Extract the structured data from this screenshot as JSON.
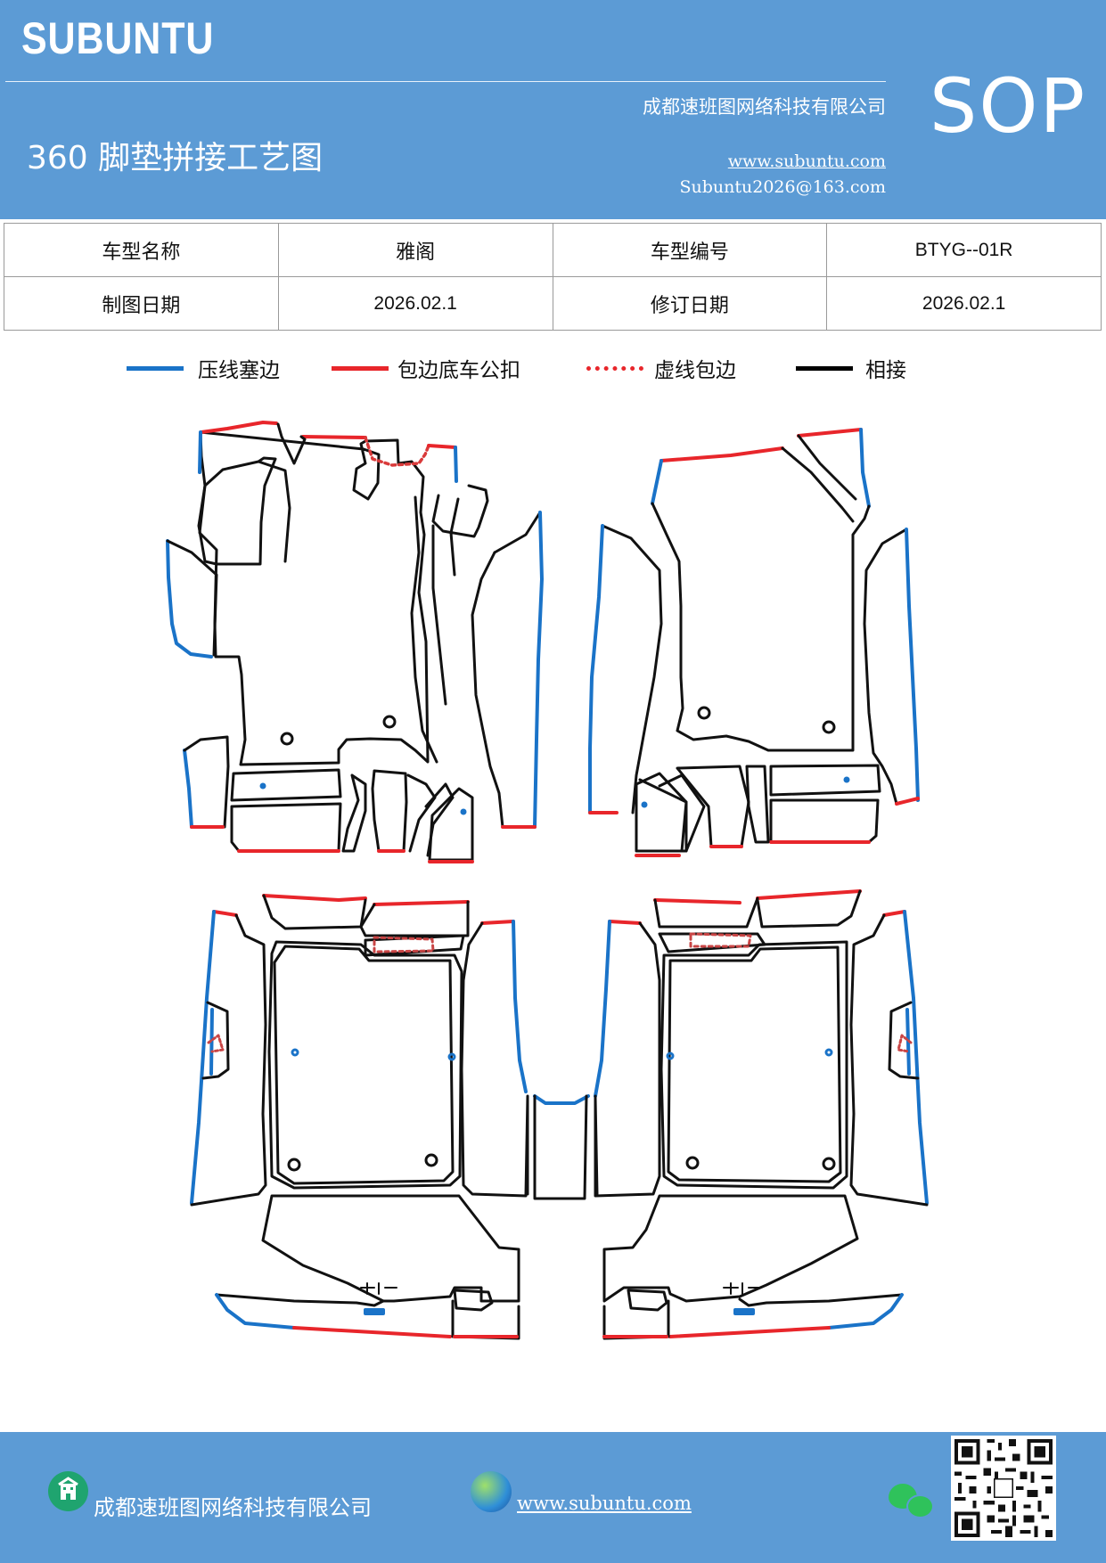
{
  "header": {
    "brand": "SUBUNTU",
    "company": "成都速班图网络科技有限公司",
    "title": "360 脚垫拼接工艺图",
    "website": "www.subuntu.com",
    "email": "Subuntu2026@163.com",
    "sop": "SOP"
  },
  "info": {
    "model_name_label": "车型名称",
    "model_name_value": "雅阁",
    "model_code_label": "车型编号",
    "model_code_value": "BTYG--01R",
    "draw_date_label": "制图日期",
    "draw_date_value": "2026.02.1",
    "revise_date_label": "修订日期",
    "revise_date_value": "2026.02.1"
  },
  "legend": [
    {
      "label": "压线塞边",
      "color": "#1a73c8",
      "style": "solid"
    },
    {
      "label": "包边底车公扣",
      "color": "#e8262b",
      "style": "solid"
    },
    {
      "label": "虚线包边",
      "color": "#e8262b",
      "style": "dotted"
    },
    {
      "label": "相接",
      "color": "#000000",
      "style": "solid"
    }
  ],
  "footer": {
    "company": "成都速班图网络科技有限公司",
    "website": "www.subuntu.com"
  },
  "colors": {
    "header_bg": "#5c9bd5",
    "blue_edge": "#1a73c8",
    "red_edge": "#e8262b",
    "black_edge": "#111111"
  }
}
